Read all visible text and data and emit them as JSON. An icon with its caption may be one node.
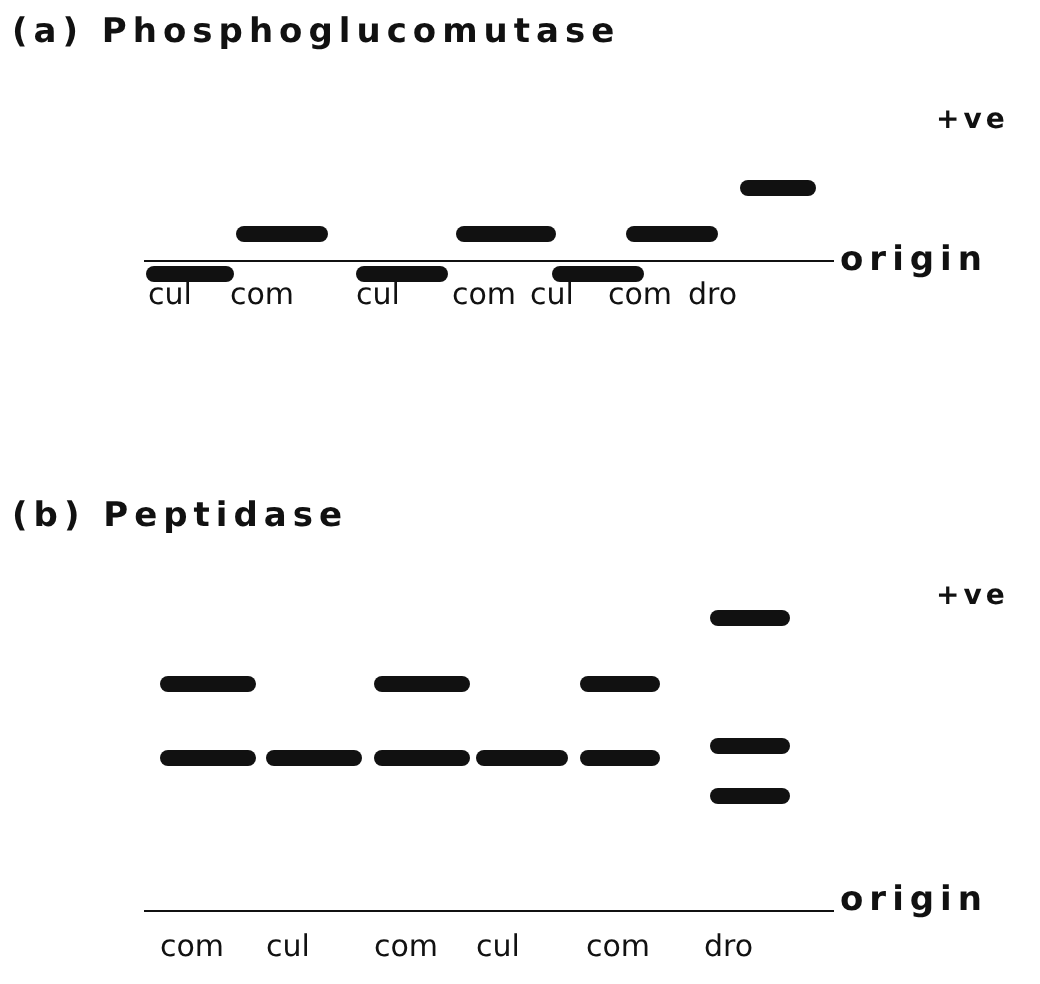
{
  "diagram": {
    "labels": [
      "(a) Phosphoglucomutase",
      "+ve",
      "origin",
      "cul",
      "com",
      "cul",
      "com",
      "cul",
      "com",
      "dro",
      "(b) Peptidase",
      "+ve",
      "origin",
      "com",
      "cul",
      "com",
      "cul",
      "com",
      "dro"
    ]
  }
}
